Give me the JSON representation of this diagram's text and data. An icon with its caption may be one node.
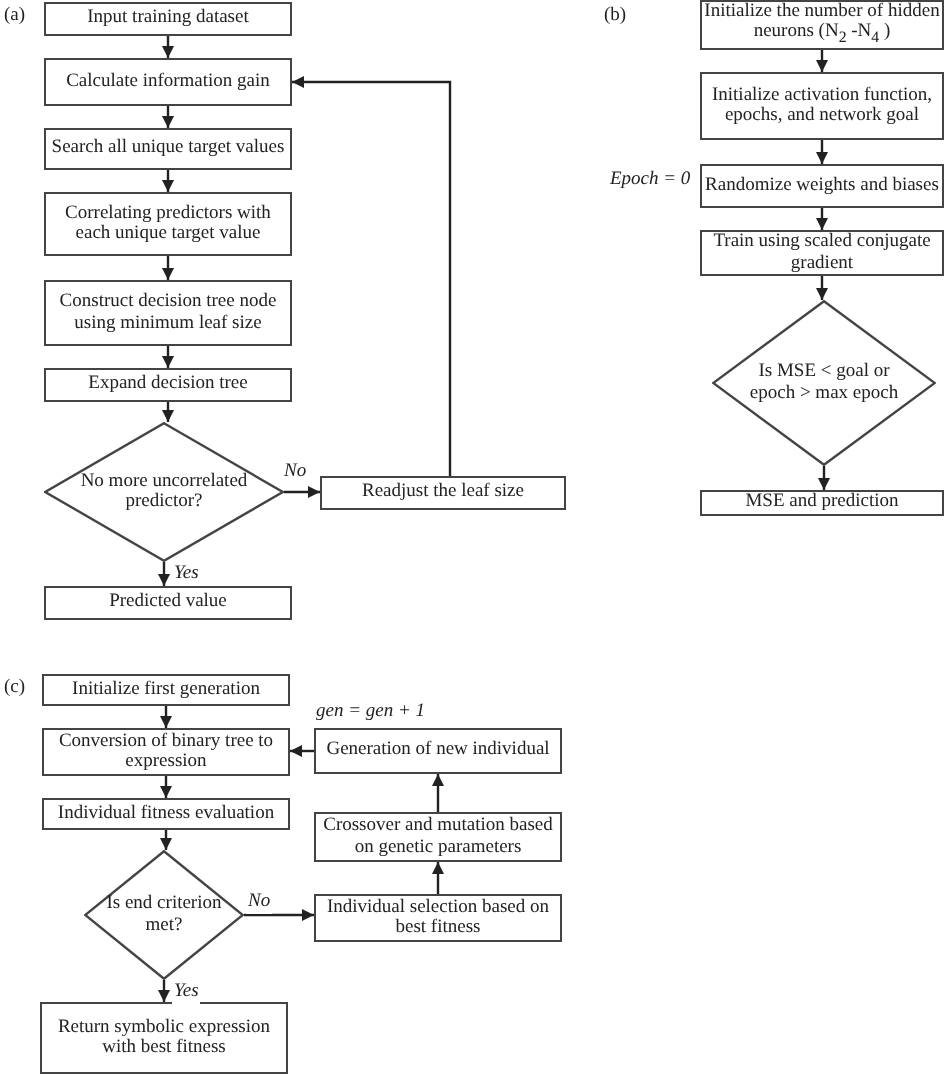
{
  "diagram": {
    "nodes": [
      {
        "text": [
          "Input training dataset"
        ]
      },
      {
        "text": [
          "Calculate information gain"
        ]
      },
      {
        "text": [
          "Search all unique target values"
        ]
      },
      {
        "text": [
          "Correlating predictors with each unique target value"
        ]
      },
      {
        "text": [
          "Construct decision tree node using minimum leaf size"
        ]
      },
      {
        "text": [
          "Expand decision tree"
        ]
      },
      {
        "text": [
          "No more uncorrelated predictor?"
        ]
      },
      {
        "text": [
          "Readjust the leaf size"
        ]
      },
      {
        "text": [
          "Predicted value"
        ]
      },
      {
        "text": [
          "Initialize the number of hidden neurons (N$_{2}$ -N$_{4}$ )"
        ]
      },
      {
        "text": [
          "Initialize activation function, epochs, and network goal"
        ]
      },
      {
        "text": [
          "Randomize weights and biases"
        ]
      },
      {
        "text": [
          "Train using scaled conjugate gradient"
        ]
      },
      {
        "text": [
          "Is MSE < goal or epoch > max epoch"
        ]
      },
      {
        "text": [
          "MSE and prediction"
        ]
      },
      {
        "text": [
          "Initialize first generation"
        ]
      },
      {
        "text": [
          "Conversion of binary tree to expression"
        ]
      },
      {
        "text": [
          "Generation of new individual"
        ]
      },
      {
        "text": [
          "Individual fitness evaluation"
        ]
      },
      {
        "text": [
          "Crossover and mutation based on genetic parameters"
        ]
      },
      {
        "text": [
          "Is end criterion met?"
        ]
      },
      {
        "text": [
          "Individual selection based on best fitness"
        ]
      },
      {
        "text": [
          "Return symbolic expression with best fitness"
        ]
      }
    ],
    "edges": [
      {
        "from": 0,
        "to": 1,
        "arrow": "to"
      },
      {
        "from": 1,
        "to": 2,
        "arrow": "to"
      },
      {
        "from": 2,
        "to": 3,
        "arrow": "to"
      },
      {
        "from": 3,
        "to": 4,
        "arrow": "to"
      },
      {
        "from": 4,
        "to": 5,
        "arrow": "to"
      },
      {
        "from": 5,
        "to": 6,
        "arrow": "to"
      },
      {
        "from": 6,
        "to": 7,
        "arrow": "to",
        "label": "No"
      },
      {
        "from": 7,
        "to": 1,
        "arrow": "to"
      },
      {
        "from": 6,
        "to": 8,
        "arrow": "to",
        "label": "Yes"
      },
      {
        "from": 9,
        "to": 10,
        "arrow": "to"
      },
      {
        "from": 10,
        "to": 11,
        "arrow": "to"
      },
      {
        "from": 11,
        "to": 12,
        "arrow": "to"
      },
      {
        "from": 12,
        "to": 13,
        "arrow": "to"
      },
      {
        "from": 13,
        "to": 14,
        "arrow": "to"
      },
      {
        "from": 15,
        "to": 16,
        "arrow": "to"
      },
      {
        "from": 16,
        "to": 18,
        "arrow": "to"
      },
      {
        "from": 18,
        "to": 20,
        "arrow": "to"
      },
      {
        "from": 20,
        "to": 22,
        "arrow": "to",
        "label": "Yes"
      },
      {
        "from": 20,
        "to": 21,
        "arrow": "to",
        "label": "No"
      },
      {
        "from": 21,
        "to": 19,
        "arrow": "to"
      },
      {
        "from": 19,
        "to": 17,
        "arrow": "to"
      },
      {
        "from": 17,
        "to": 16,
        "arrow": "to"
      }
    ],
    "labels": [
      "(a)",
      "(b)",
      "Epoch = 0",
      "(c)",
      "gen = gen + 1"
    ]
  }
}
